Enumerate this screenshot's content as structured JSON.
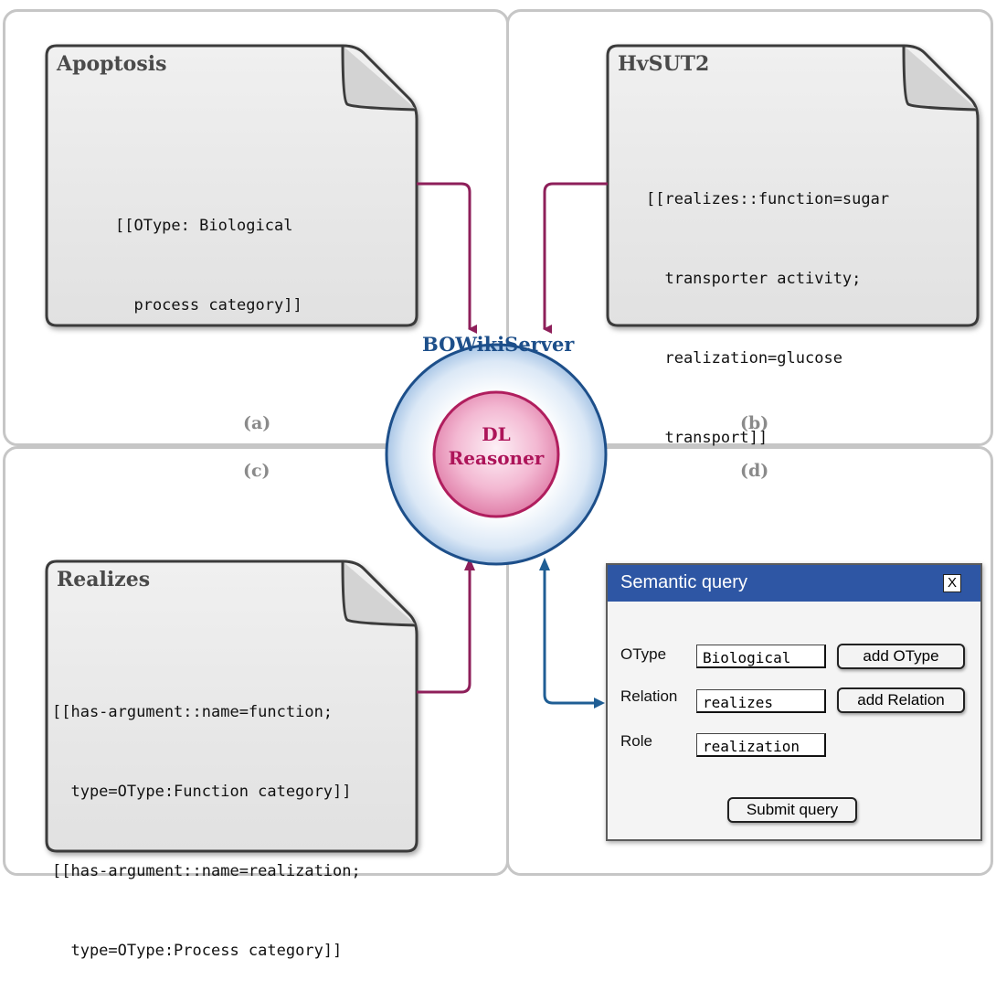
{
  "server": {
    "label": "BOWikiServer",
    "reasoner_line1": "DL",
    "reasoner_line2": "Reasoner"
  },
  "quadrant_labels": {
    "a": "(a)",
    "b": "(b)",
    "c": "(c)",
    "d": "(d)"
  },
  "pages": {
    "apoptosis": {
      "title": "Apoptosis",
      "lines": [
        "[[OType: Biological",
        "  process category]]"
      ]
    },
    "hvsut2": {
      "title": "HvSUT2",
      "lines": [
        "[[realizes::function=sugar",
        "  transporter activity;",
        "  realization=glucose",
        "  transport]]"
      ]
    },
    "realizes": {
      "title": "Realizes",
      "lines": [
        "[[has-argument::name=function;",
        "  type=OType:Function category]]",
        "[[has-argument::name=realization;",
        "  type=OType:Process category]]"
      ]
    }
  },
  "query_window": {
    "title": "Semantic query",
    "close": "X",
    "otype_label": "OType",
    "otype_value": "Biological",
    "add_otype": "add OType",
    "relation_label": "Relation",
    "relation_value": "realizes",
    "add_relation": "add Relation",
    "role_label": "Role",
    "role_value": "realization",
    "submit": "Submit query"
  },
  "colors": {
    "arrow_magenta": "#8e1f5a",
    "arrow_blue": "#1f5e94",
    "server_ring": "#1d4f8a",
    "reasoner_fill": "#e98bb4",
    "window_title": "#2e56a4"
  }
}
